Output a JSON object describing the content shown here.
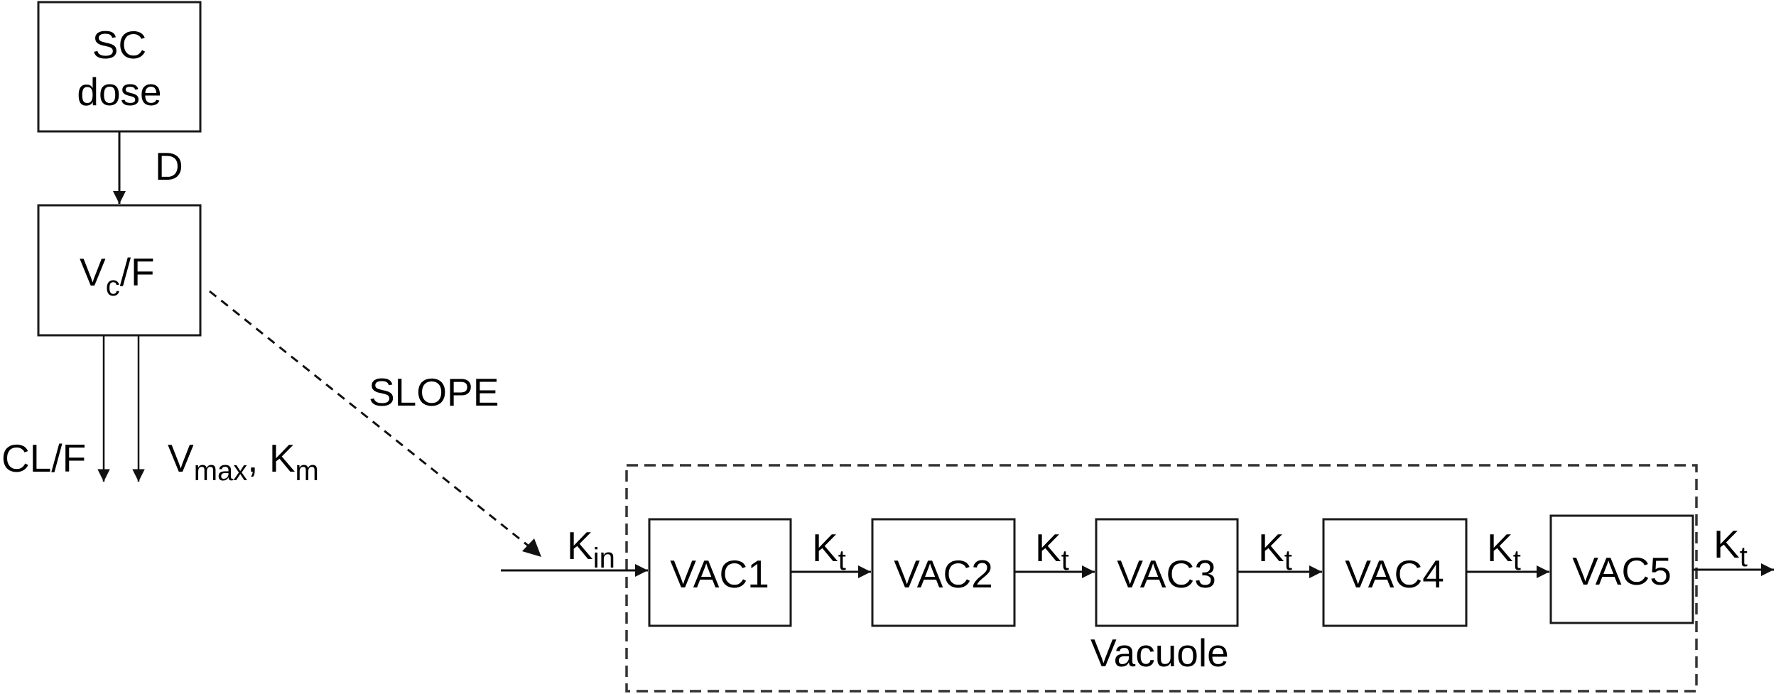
{
  "diagram": {
    "type": "pharmacokinetic-pharmacodynamic compartment model",
    "nodes": {
      "sc_dose": {
        "line1": "SC",
        "line2": "dose"
      },
      "central": {
        "main": "V",
        "subscript": "c",
        "suffix": "/F"
      },
      "vac": [
        {
          "label": "VAC1"
        },
        {
          "label": "VAC2"
        },
        {
          "label": "VAC3"
        },
        {
          "label": "VAC4"
        },
        {
          "label": "VAC5"
        }
      ]
    },
    "group": {
      "label": "Vacuole",
      "style": "dashed"
    },
    "edges": {
      "dose_to_central": {
        "label": "D"
      },
      "linear_elimination": {
        "label": "CL/F"
      },
      "nonlinear_elimination": {
        "v_main": "V",
        "v_sub": "max",
        "separator": ", ",
        "k_main": "K",
        "k_sub": "m"
      },
      "drug_effect": {
        "label": "SLOPE",
        "style": "dashed"
      },
      "input": {
        "main": "K",
        "sub": "in"
      },
      "transit": [
        {
          "main": "K",
          "sub": "t"
        },
        {
          "main": "K",
          "sub": "t"
        },
        {
          "main": "K",
          "sub": "t"
        },
        {
          "main": "K",
          "sub": "t"
        },
        {
          "main": "K",
          "sub": "t"
        }
      ]
    },
    "colors": {
      "stroke": "#111111",
      "background": "#ffffff",
      "text": "#000000"
    }
  }
}
